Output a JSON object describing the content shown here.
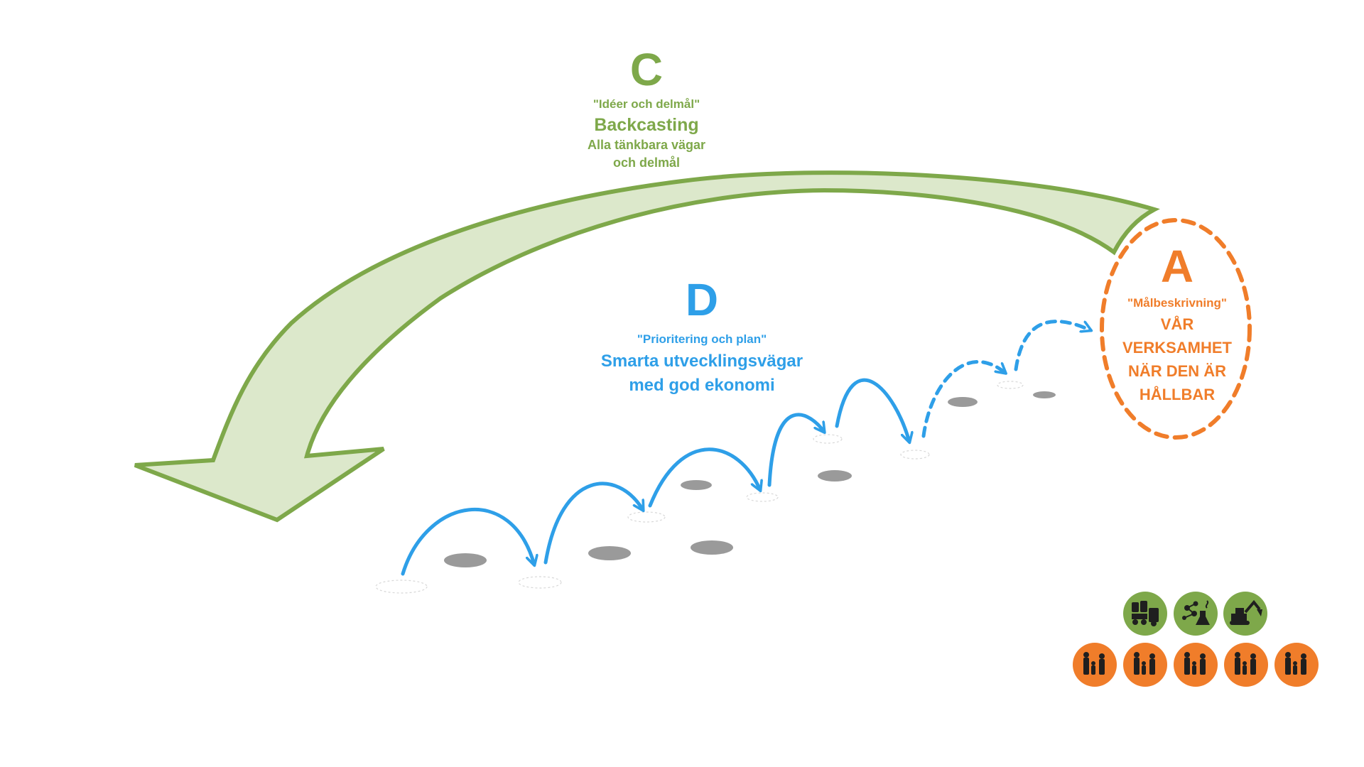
{
  "colors": {
    "green": "#7ea84a",
    "green_fill": "#dce8cb",
    "blue": "#2e9fe8",
    "orange": "#f07d2a",
    "stone": "#9a9a9a",
    "icon_dark": "#1f1f1f"
  },
  "section_c": {
    "letter": "C",
    "quote": "\"Idéer och delmål\"",
    "title": "Backcasting",
    "line1": "Alla tänkbara vägar",
    "line2": "och delmål"
  },
  "section_d": {
    "letter": "D",
    "quote": "\"Prioritering och plan\"",
    "line1": "Smarta utvecklingsvägar",
    "line2": "med god ekonomi"
  },
  "section_a": {
    "letter": "A",
    "quote": "\"Målbeskrivning\"",
    "line1": "VÅR",
    "line2": "VERKSAMHET",
    "line3": "NÄR DEN ÄR",
    "line4": "HÅLLBAR"
  },
  "icons": {
    "green_row": [
      "oil-barrels-icon",
      "chemicals-icon",
      "excavator-icon"
    ],
    "orange_row": [
      "family-icon",
      "family-icon",
      "family-icon",
      "family-icon",
      "family-icon"
    ]
  }
}
